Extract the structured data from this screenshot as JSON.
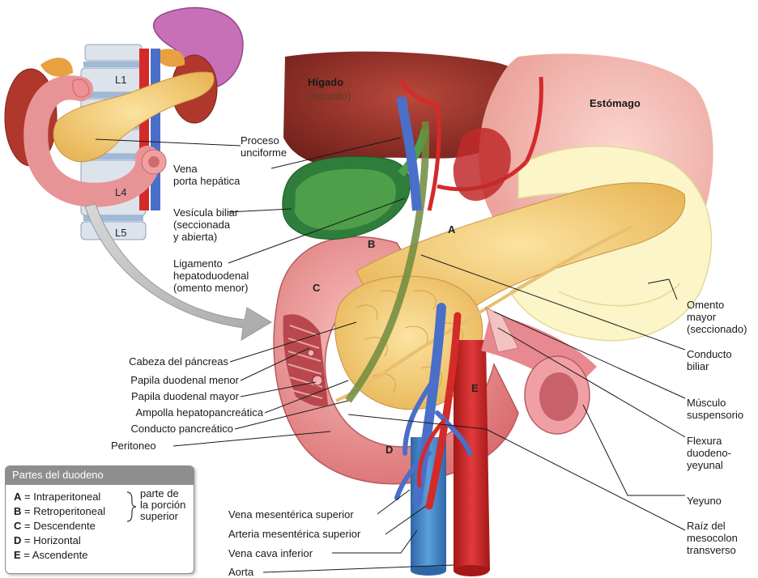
{
  "vertebrae": {
    "l1": "L1",
    "l4": "L4",
    "l5": "L5"
  },
  "headers": {
    "liver": "Hígado",
    "liver_sub": "(retraído)",
    "stomach": "Estómago"
  },
  "segments": {
    "a": "A",
    "b": "B",
    "c": "C",
    "d": "D",
    "e": "E"
  },
  "labels_left": [
    {
      "text": "Proceso\nunciforme"
    },
    {
      "text": "Vena\nporta hepática"
    },
    {
      "text": "Vesícula biliar\n(seccionada\ny abierta)"
    },
    {
      "text": "Ligamento\nhepatoduodenal\n(omento menor)"
    },
    {
      "text": "Cabeza del páncreas"
    },
    {
      "text": "Papila duodenal menor"
    },
    {
      "text": "Papila duodenal mayor"
    },
    {
      "text": "Ampolla hepatopancreática"
    },
    {
      "text": "Conducto pancreático"
    },
    {
      "text": "Peritoneo"
    },
    {
      "text": "Vena mesentérica superior"
    },
    {
      "text": "Arteria mesentérica superior"
    },
    {
      "text": "Vena cava inferior"
    },
    {
      "text": "Aorta"
    }
  ],
  "labels_right": [
    {
      "text": "Omento\nmayor\n(seccionado)"
    },
    {
      "text": "Conducto\nbiliar"
    },
    {
      "text": "Músculo\nsuspensorio"
    },
    {
      "text": "Flexura\nduodeno-\nyeyunal"
    },
    {
      "text": "Yeyuno"
    },
    {
      "text": "Raíz del\nmesocolon\ntransverso"
    }
  ],
  "legend": {
    "title": "Partes del duodeno",
    "rows": [
      {
        "key": "A",
        "value": " = Intraperitoneal"
      },
      {
        "key": "B",
        "value": " = Retroperitoneal"
      },
      {
        "key": "C",
        "value": " = Descendente"
      },
      {
        "key": "D",
        "value": " = Horizontal"
      },
      {
        "key": "E",
        "value": " = Ascendente"
      }
    ],
    "note": "parte de\nla porción\nsuperior"
  },
  "colors": {
    "pancreas": "#f4cf7a",
    "duodenum": "#f0a0a0",
    "artery": "#d42a2a",
    "vein": "#4a6fc9",
    "gallbladder": "#2f7d3a",
    "spleen": "#c770b8",
    "kidney": "#c0392b",
    "omentum": "#fbf5c8",
    "vertebra": "#dde3ea"
  }
}
